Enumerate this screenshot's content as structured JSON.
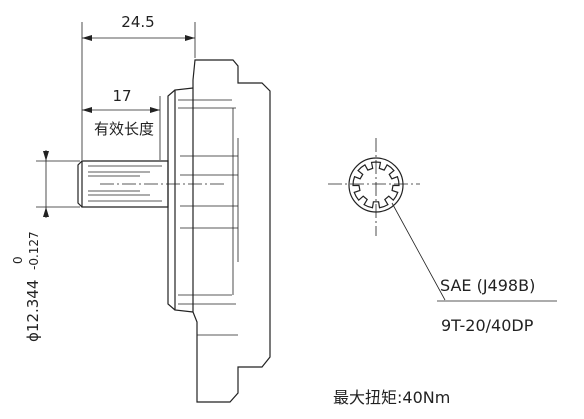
{
  "dimensions": {
    "overall_length": "24.5",
    "effective_length": "17",
    "effective_length_label": "有效长度",
    "diameter": "ϕ12.344",
    "tol_upper": "0",
    "tol_lower": "-0.127"
  },
  "spline": {
    "standard": "SAE (J498B)",
    "spec": "9T-20/40DP"
  },
  "torque_note": "最大扭矩:40Nm",
  "colors": {
    "line": "#222222",
    "background": "#ffffff"
  }
}
